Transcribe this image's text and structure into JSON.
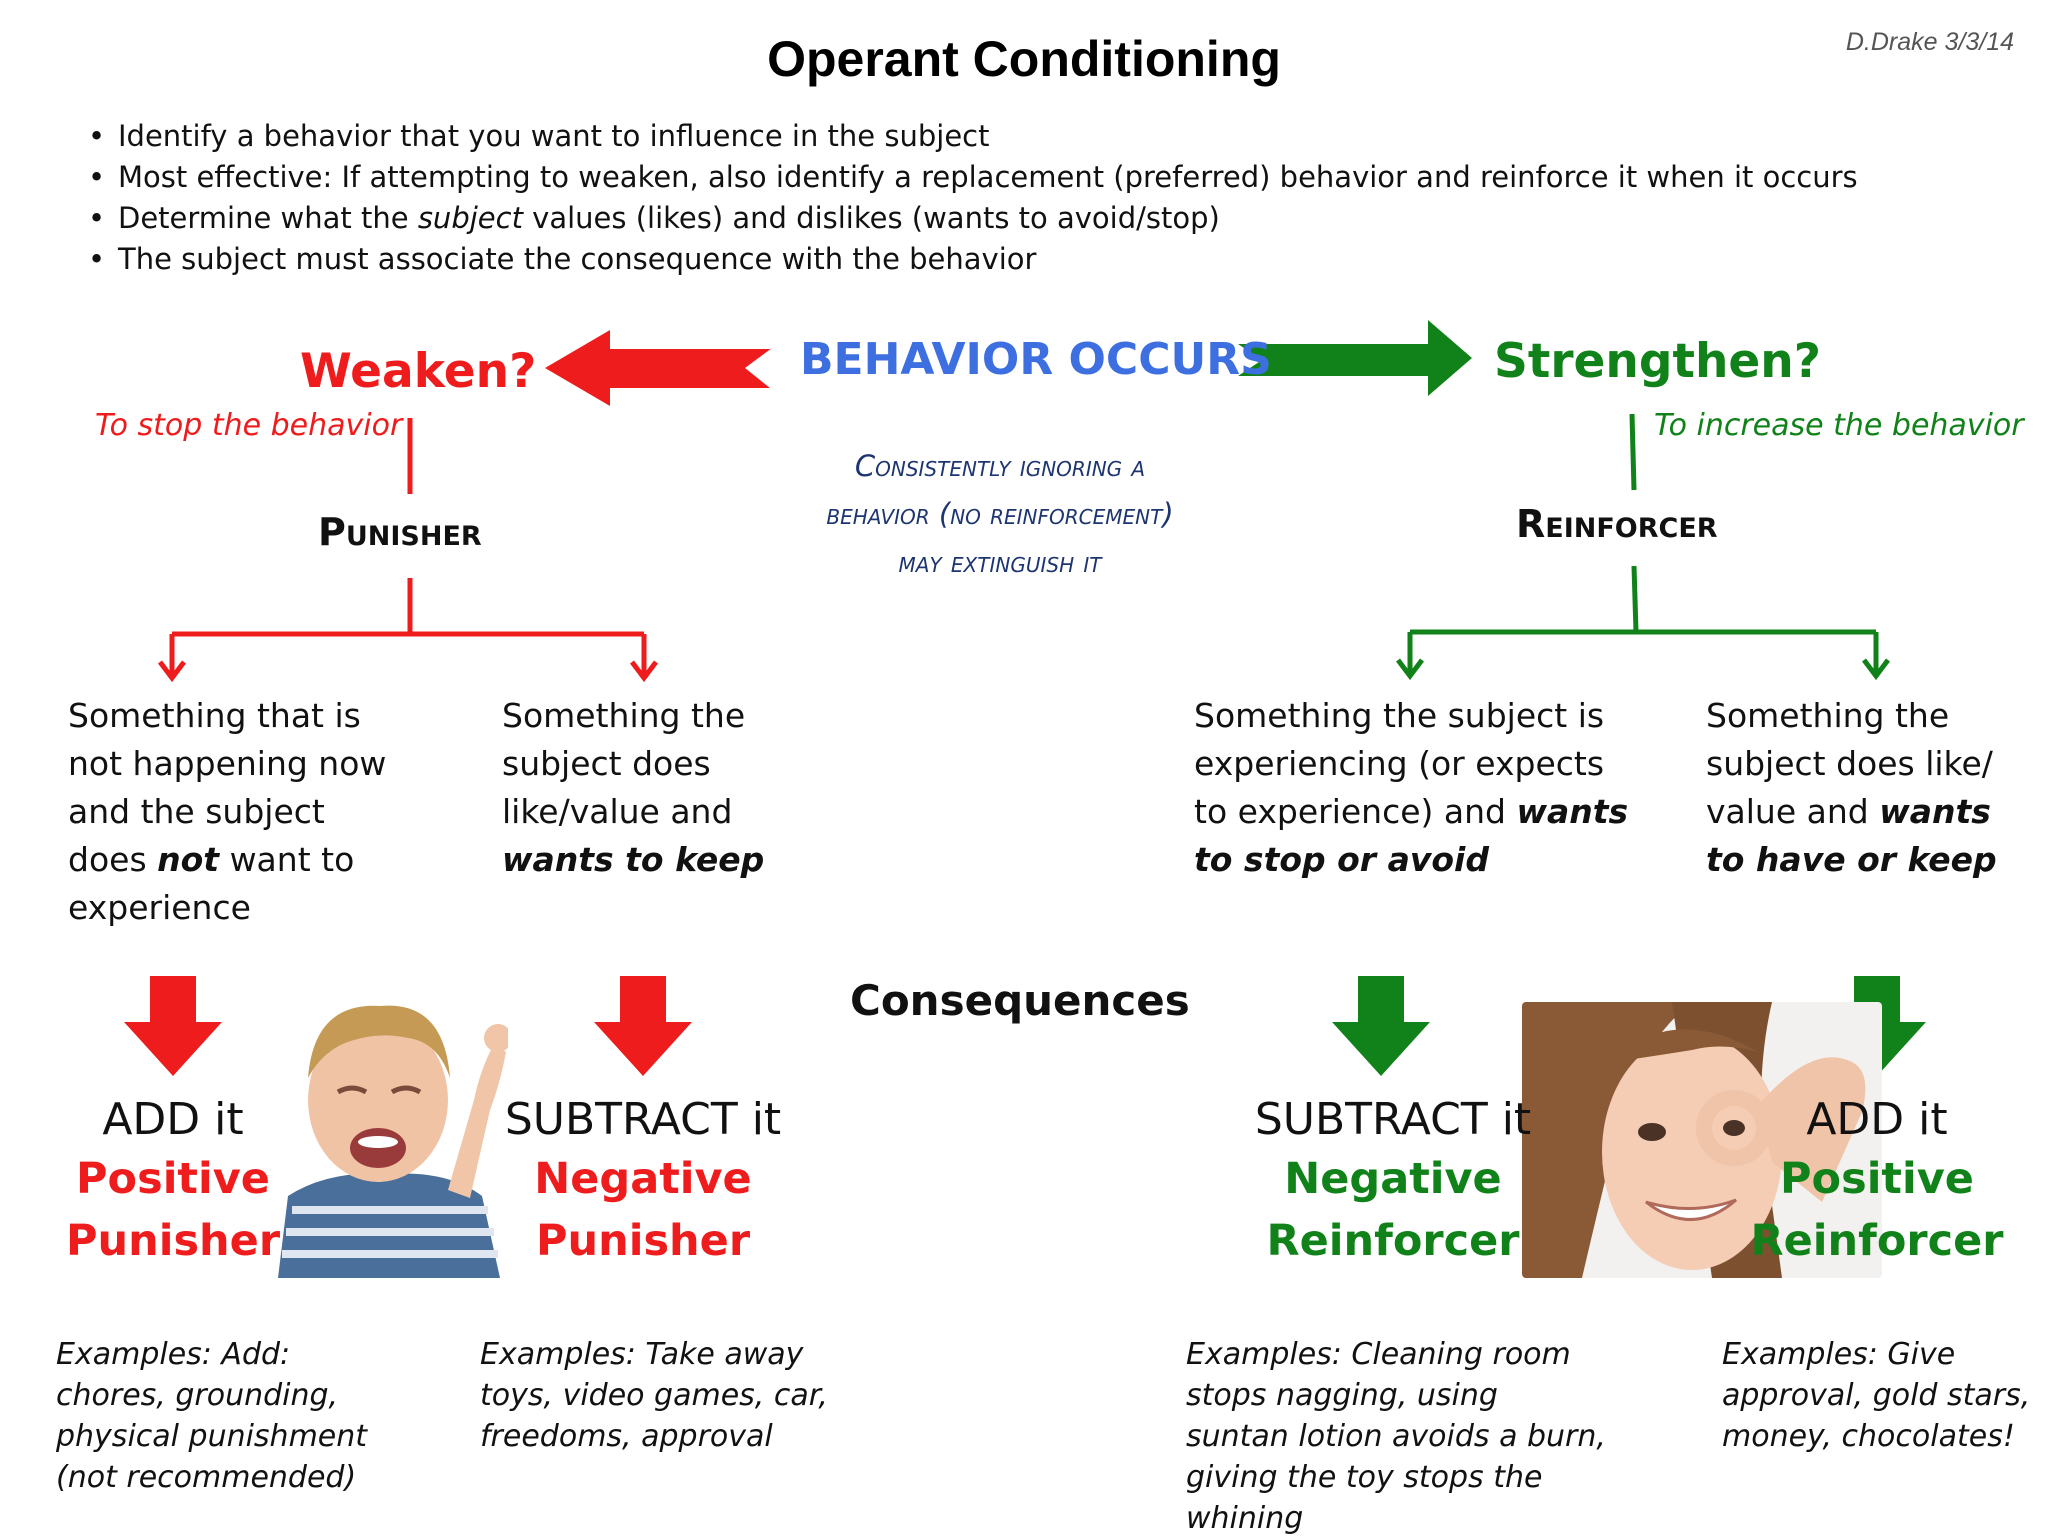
{
  "header": {
    "title": "Operant Conditioning",
    "author": "D.Drake 3/3/14"
  },
  "bullets": {
    "b1": "Identify a behavior that you want to influence in the subject",
    "b2": "Most effective: If attempting to weaken, also identify a replacement (preferred) behavior and reinforce it when it occurs",
    "b3_pre": "Determine what the ",
    "b3_em": "subject",
    "b3_post": " values (likes) and dislikes (wants to avoid/stop)",
    "b4": "The subject must associate the consequence with the behavior"
  },
  "center": {
    "behavior": "BEHAVIOR OCCURS",
    "ignore_line1": "Consistently ignoring a",
    "ignore_line2": "behavior (no reinforcement)",
    "ignore_line3": "may extinguish it",
    "consequences": "Consequences"
  },
  "weaken": {
    "label": "Weaken?",
    "sub": "To stop the behavior",
    "heading": "Punisher",
    "left_desc_pre": "Something that is not happening now and the subject does ",
    "left_desc_bold": "not",
    "left_desc_post": " want to experience",
    "right_desc_pre": "Something the subject does like/value and ",
    "right_desc_bold": "wants to keep",
    "left_action": "ADD it",
    "left_type1": "Positive",
    "left_type2": "Punisher",
    "right_action": "SUBTRACT it",
    "right_type1": "Negative",
    "right_type2": "Punisher",
    "left_examples": "Examples: Add: chores, grounding, physical punishment (not recommended)",
    "right_examples": "Examples: Take away toys, video games, car, freedoms, approval"
  },
  "strengthen": {
    "label": "Strengthen?",
    "sub": "To increase the behavior",
    "heading": "Reinforcer",
    "left_desc_pre": "Something the subject is experiencing (or expects to experience) and ",
    "left_desc_bold": "wants to stop or avoid",
    "right_desc_pre": "Something the subject does like/ value and ",
    "right_desc_bold": "wants to have or keep",
    "left_action": "SUBTRACT it",
    "left_type1": "Negative",
    "left_type2": "Reinforcer",
    "right_action": "ADD it",
    "right_type1": "Positive",
    "right_type2": "Reinforcer",
    "left_examples": "Examples: Cleaning room stops nagging, using suntan lotion avoids a burn, giving the toy stops the whining",
    "right_examples": "Examples: Give approval, gold stars, money, chocolates!"
  },
  "colors": {
    "red": "#ee1c1c",
    "green": "#11821a",
    "blue": "#3d6fe0",
    "navy": "#1d3570"
  },
  "images": {
    "left_photo": "crying-boy-photo",
    "right_photo": "smiling-girl-photo"
  }
}
